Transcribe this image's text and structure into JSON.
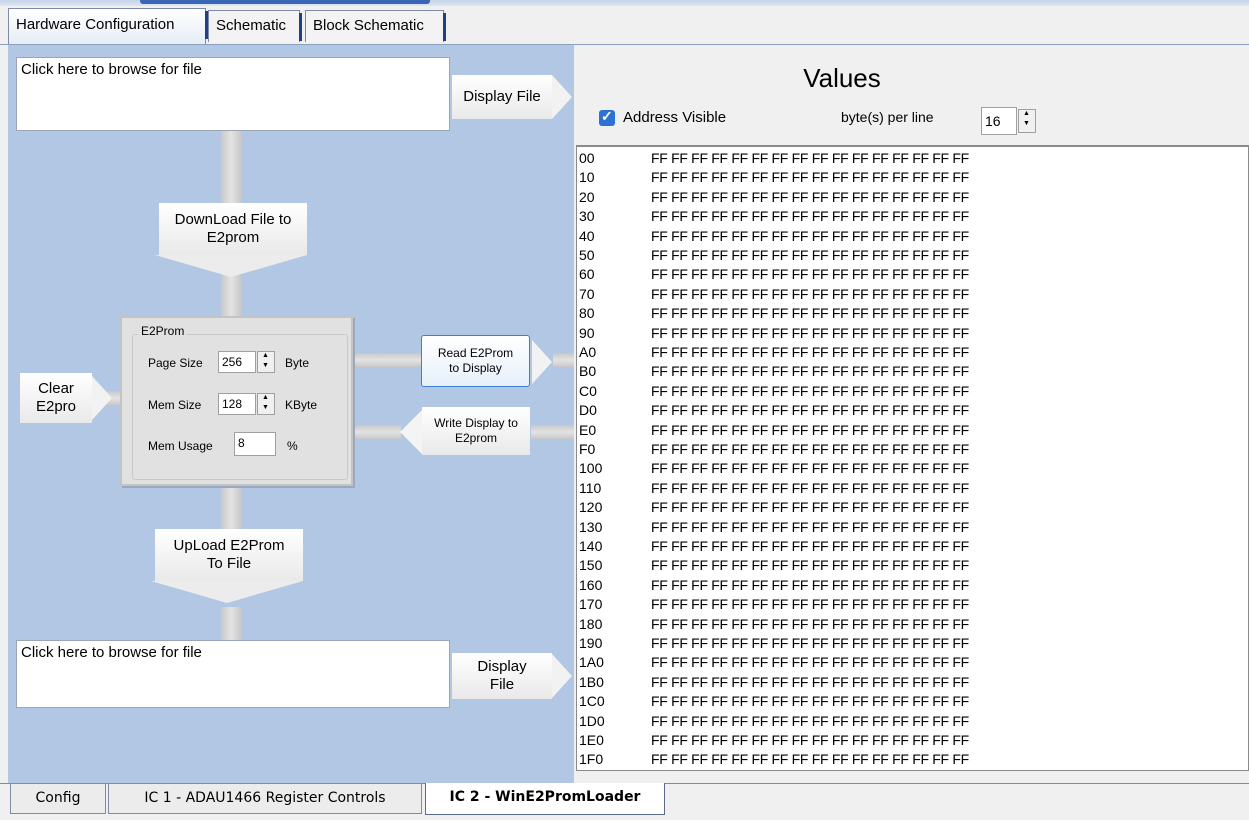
{
  "top_tabs": [
    {
      "label": "Hardware Configuration",
      "active": true
    },
    {
      "label": "Schematic",
      "active": false
    },
    {
      "label": "Block Schematic",
      "active": false
    }
  ],
  "left": {
    "browse_top_placeholder": "Click here to browse for file",
    "display_file_top": "Display File",
    "download_btn": "DownLoad File to E2prom",
    "clear_btn": "Clear E2pro",
    "e2prom_group": "E2Prom",
    "page_size_label": "Page Size",
    "page_size_value": "256",
    "page_size_unit": "Byte",
    "mem_size_label": "Mem Size",
    "mem_size_value": "128",
    "mem_size_unit": "KByte",
    "mem_usage_label": "Mem Usage",
    "mem_usage_value": "8",
    "mem_usage_unit": "%",
    "read_btn": "Read E2Prom to Display",
    "write_btn": "Write Display to E2prom",
    "upload_btn": "UpLoad E2Prom To File",
    "browse_bottom_placeholder": "Click here to browse for file",
    "display_file_bottom": "Display File"
  },
  "right": {
    "title": "Values",
    "address_visible_label": "Address Visible",
    "address_visible_checked": true,
    "bytes_per_line_label": "byte(s) per line",
    "bytes_per_line_value": "16",
    "hex_rows": [
      {
        "addr": "00",
        "data": "FF FF FF FF FF FF FF FF FF FF FF FF FF FF FF FF"
      },
      {
        "addr": "10",
        "data": "FF FF FF FF FF FF FF FF FF FF FF FF FF FF FF FF"
      },
      {
        "addr": "20",
        "data": "FF FF FF FF FF FF FF FF FF FF FF FF FF FF FF FF"
      },
      {
        "addr": "30",
        "data": "FF FF FF FF FF FF FF FF FF FF FF FF FF FF FF FF"
      },
      {
        "addr": "40",
        "data": "FF FF FF FF FF FF FF FF FF FF FF FF FF FF FF FF"
      },
      {
        "addr": "50",
        "data": "FF FF FF FF FF FF FF FF FF FF FF FF FF FF FF FF"
      },
      {
        "addr": "60",
        "data": "FF FF FF FF FF FF FF FF FF FF FF FF FF FF FF FF"
      },
      {
        "addr": "70",
        "data": "FF FF FF FF FF FF FF FF FF FF FF FF FF FF FF FF"
      },
      {
        "addr": "80",
        "data": "FF FF FF FF FF FF FF FF FF FF FF FF FF FF FF FF"
      },
      {
        "addr": "90",
        "data": "FF FF FF FF FF FF FF FF FF FF FF FF FF FF FF FF"
      },
      {
        "addr": "A0",
        "data": "FF FF FF FF FF FF FF FF FF FF FF FF FF FF FF FF"
      },
      {
        "addr": "B0",
        "data": "FF FF FF FF FF FF FF FF FF FF FF FF FF FF FF FF"
      },
      {
        "addr": "C0",
        "data": "FF FF FF FF FF FF FF FF FF FF FF FF FF FF FF FF"
      },
      {
        "addr": "D0",
        "data": "FF FF FF FF FF FF FF FF FF FF FF FF FF FF FF FF"
      },
      {
        "addr": "E0",
        "data": "FF FF FF FF FF FF FF FF FF FF FF FF FF FF FF FF"
      },
      {
        "addr": "F0",
        "data": "FF FF FF FF FF FF FF FF FF FF FF FF FF FF FF FF"
      },
      {
        "addr": "100",
        "data": "FF FF FF FF FF FF FF FF FF FF FF FF FF FF FF FF"
      },
      {
        "addr": "110",
        "data": "FF FF FF FF FF FF FF FF FF FF FF FF FF FF FF FF"
      },
      {
        "addr": "120",
        "data": "FF FF FF FF FF FF FF FF FF FF FF FF FF FF FF FF"
      },
      {
        "addr": "130",
        "data": "FF FF FF FF FF FF FF FF FF FF FF FF FF FF FF FF"
      },
      {
        "addr": "140",
        "data": "FF FF FF FF FF FF FF FF FF FF FF FF FF FF FF FF"
      },
      {
        "addr": "150",
        "data": "FF FF FF FF FF FF FF FF FF FF FF FF FF FF FF FF"
      },
      {
        "addr": "160",
        "data": "FF FF FF FF FF FF FF FF FF FF FF FF FF FF FF FF"
      },
      {
        "addr": "170",
        "data": "FF FF FF FF FF FF FF FF FF FF FF FF FF FF FF FF"
      },
      {
        "addr": "180",
        "data": "FF FF FF FF FF FF FF FF FF FF FF FF FF FF FF FF"
      },
      {
        "addr": "190",
        "data": "FF FF FF FF FF FF FF FF FF FF FF FF FF FF FF FF"
      },
      {
        "addr": "1A0",
        "data": "FF FF FF FF FF FF FF FF FF FF FF FF FF FF FF FF"
      },
      {
        "addr": "1B0",
        "data": "FF FF FF FF FF FF FF FF FF FF FF FF FF FF FF FF"
      },
      {
        "addr": "1C0",
        "data": "FF FF FF FF FF FF FF FF FF FF FF FF FF FF FF FF"
      },
      {
        "addr": "1D0",
        "data": "FF FF FF FF FF FF FF FF FF FF FF FF FF FF FF FF"
      },
      {
        "addr": "1E0",
        "data": "FF FF FF FF FF FF FF FF FF FF FF FF FF FF FF FF"
      },
      {
        "addr": "1F0",
        "data": "FF FF FF FF FF FF FF FF FF FF FF FF FF FF FF FF"
      }
    ]
  },
  "bottom_tabs": [
    {
      "label": "Config",
      "active": false
    },
    {
      "label": "IC 1 - ADAU1466 Register Controls",
      "active": false
    },
    {
      "label": "IC 2 - WinE2PromLoader",
      "active": true
    }
  ],
  "colors": {
    "panel_bg": "#b1c7e3",
    "accent": "#2d72d2"
  }
}
